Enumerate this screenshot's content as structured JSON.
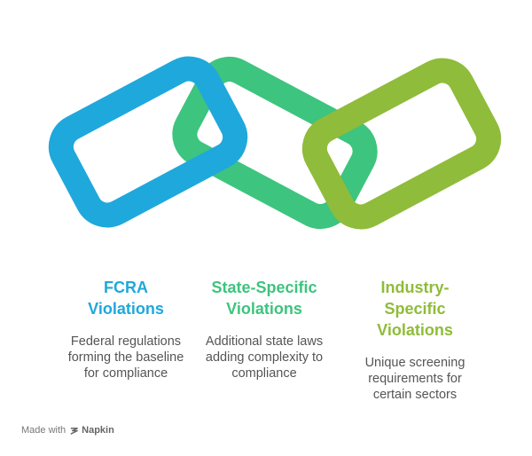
{
  "colors": {
    "blue": "#1FA8DC",
    "green": "#3DC47E",
    "olive": "#8FBC3A"
  },
  "items": [
    {
      "title_lines": [
        "FCRA",
        "Violations"
      ],
      "desc_lines": [
        "Federal regulations",
        "forming the baseline",
        "for compliance"
      ]
    },
    {
      "title_lines": [
        "State-Specific",
        "Violations"
      ],
      "desc_lines": [
        "Additional state laws",
        "adding complexity to",
        "compliance"
      ]
    },
    {
      "title_lines": [
        "Industry-",
        "Specific",
        "Violations"
      ],
      "desc_lines": [
        "Unique screening",
        "requirements for",
        "certain sectors"
      ]
    }
  ],
  "footer": {
    "made_with": "Made with",
    "brand": "Napkin",
    "brand_icon": "napkin-logo-icon"
  }
}
